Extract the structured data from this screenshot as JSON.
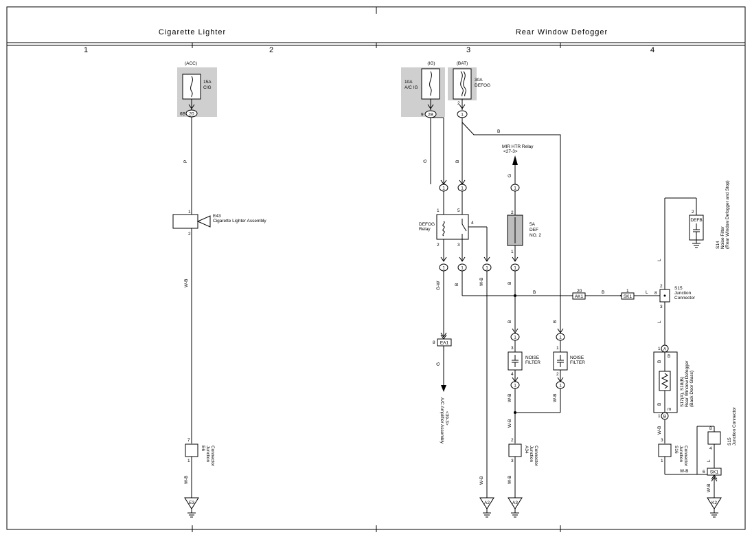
{
  "sections": {
    "left_title": "Cigarette Lighter",
    "right_title": "Rear Window Defogger"
  },
  "columns": [
    "1",
    "2",
    "3",
    "4"
  ],
  "fuses": {
    "cig": {
      "group": "(ACC)",
      "rating": "15A",
      "name": "CIG",
      "pin_outer": "6B",
      "pin": "20"
    },
    "acig": {
      "group": "(IG)",
      "rating": "10A",
      "name": "A/C IG",
      "pin_outer": "9",
      "pin": "2B"
    },
    "defog": {
      "group": "(BAT)",
      "rating": "30A",
      "name": "DEFOG",
      "pin_top": "2",
      "pin": "1"
    },
    "def2": {
      "rating": "5A",
      "name": "DEF",
      "name2": "NO. 2",
      "pin_top": "2",
      "pin_bottom": "1"
    }
  },
  "components": {
    "e43": {
      "code": "E43",
      "name": "Cigarette Lighter Assembly",
      "pin_top": "1",
      "pin_bottom": "2"
    },
    "defog_relay": {
      "name": "DEFOG",
      "name2": "Relay",
      "pin1": "1",
      "pin5": "5",
      "pin4": "4",
      "pin2": "2",
      "pin3": "3"
    },
    "mir_relay": {
      "name": "MIR HTR Relay",
      "ref": "<27-3>"
    },
    "noise1": {
      "name": "NOISE",
      "name2": "FILTER",
      "pin_top": "3",
      "pin_bottom": "4"
    },
    "noise2": {
      "name": "NOISE",
      "name2": "FILTER",
      "pin_top": "1",
      "pin_bottom": "2"
    },
    "ac_amp": {
      "name": "A/C Amplifier Assembly",
      "ref": "<39-3>"
    },
    "s14": {
      "code": "S14",
      "name": "Noise Filter",
      "desc": "(Rear Window Defogger and Stop)",
      "label": "DEFB",
      "pin": "2"
    },
    "s15": {
      "code": "S15",
      "name": "Junction",
      "name2": "Connector",
      "pin2": "2",
      "pin8": "8",
      "pin3": "3"
    },
    "s15b": {
      "code": "S15",
      "name": "Junction Connector",
      "pin8": "8",
      "pin4": "4"
    },
    "s17": {
      "code": "S17(A), S18(B)",
      "name": "Rear Window Defogger",
      "desc": "(Back Door Glass)",
      "pinA": "1",
      "conA": "A",
      "pinB": "1",
      "conB": "B",
      "lbl_b1": "B",
      "lbl_b2": "B",
      "lbl_b3": "B",
      "lbl_m": "m"
    },
    "s16": {
      "code": "S16",
      "name": "Junction",
      "name2": "Connector",
      "pin_top": "3",
      "pin_bottom": "1"
    },
    "e6": {
      "code": "E6",
      "name": "Junction",
      "name2": "Connector",
      "pin_top": "7",
      "pin_bottom": "1"
    },
    "a34": {
      "code": "A34",
      "name": "Junction",
      "name2": "Connector",
      "pin_top": "2",
      "pin_bottom": "3"
    }
  },
  "connectors": {
    "ea1": {
      "code": "EA1",
      "pin": "8"
    },
    "ak1": {
      "code": "AK1",
      "pin": "20"
    },
    "sk1": {
      "code": "SK1",
      "pin": "1"
    },
    "sk1b": {
      "code": "SK1",
      "pin": "6"
    },
    "c1": "1"
  },
  "grounds": {
    "e3": "E3",
    "a2": "A2",
    "a3": "A3",
    "k2": "K2"
  },
  "wires": {
    "P": "P",
    "WB": "W-B",
    "G": "G",
    "B": "B",
    "GW": "G-W",
    "L": "L"
  }
}
